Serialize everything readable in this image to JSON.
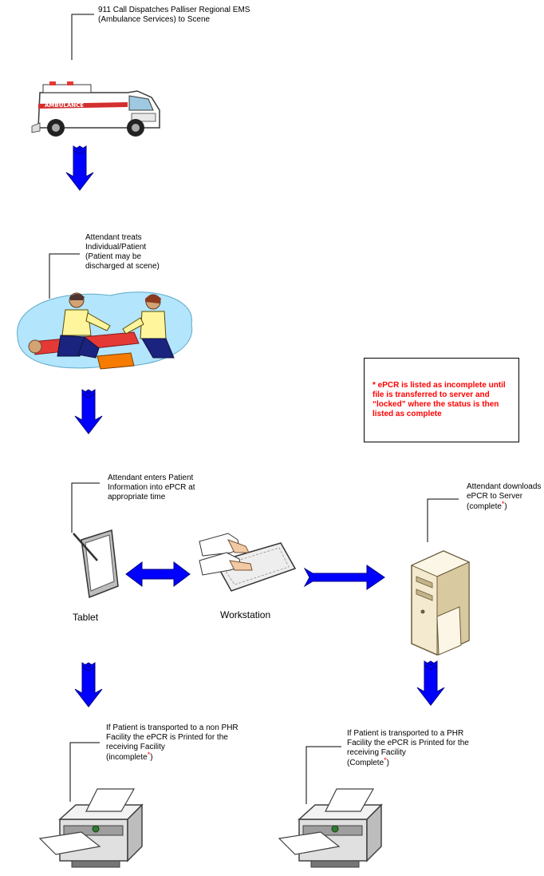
{
  "steps": {
    "dispatch": {
      "text": "911 Call Dispatches Palliser Regional EMS\n(Ambulance Services) to Scene"
    },
    "treat": {
      "text": "Attendant treats\nIndividual/Patient\n(Patient may be\ndischarged at scene)"
    },
    "enter": {
      "text": "Attendant enters Patient\nInformation into ePCR at\nappropriate time"
    },
    "download": {
      "text": "Attendant downloads\nePCR to Server\n(complete",
      "suffix": ")"
    },
    "print_non_phr": {
      "text": "If Patient is transported to a  non PHR\nFacility the ePCR is Printed for the\nreceiving Facility\n(incomplete",
      "suffix": ")"
    },
    "print_phr": {
      "text": "If Patient is transported to a  PHR\nFacility the ePCR is Printed for the\nreceiving Facility\n(Complete",
      "suffix": ")"
    }
  },
  "note": {
    "text": "* ePCR is listed as incomplete until file is transferred to server and “locked” where the status is then listed as complete"
  },
  "devices": {
    "tablet": "Tablet",
    "workstation": "Workstation"
  },
  "ambulance_lettering": "AMBULANCE",
  "colors": {
    "arrow": "#0000ff",
    "note_text": "#ff0000",
    "line": "#000000"
  }
}
